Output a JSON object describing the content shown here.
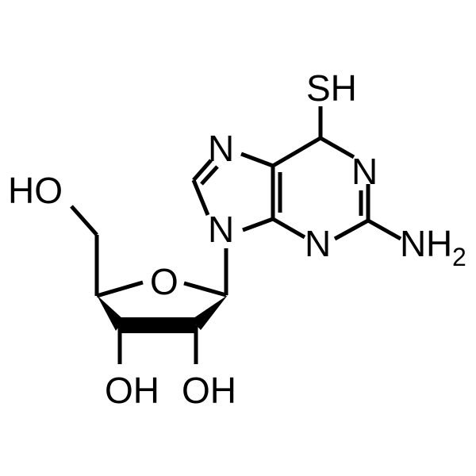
{
  "molecule": {
    "atoms": {
      "thiol": "SH",
      "n_ring_1": "N",
      "n_ring_3": "N",
      "n_imidazole_7": "N",
      "n_imidazole_9": "N",
      "amino_N": "N",
      "amino_H": "H",
      "amino_subscript": "2",
      "ring_oxygen": "O",
      "hydroxymethyl": "HO",
      "hydroxyl_3": "OH",
      "hydroxyl_2": "OH"
    },
    "colors": {
      "bond": "#000000",
      "label": "#000000",
      "background": "#ffffff"
    }
  }
}
